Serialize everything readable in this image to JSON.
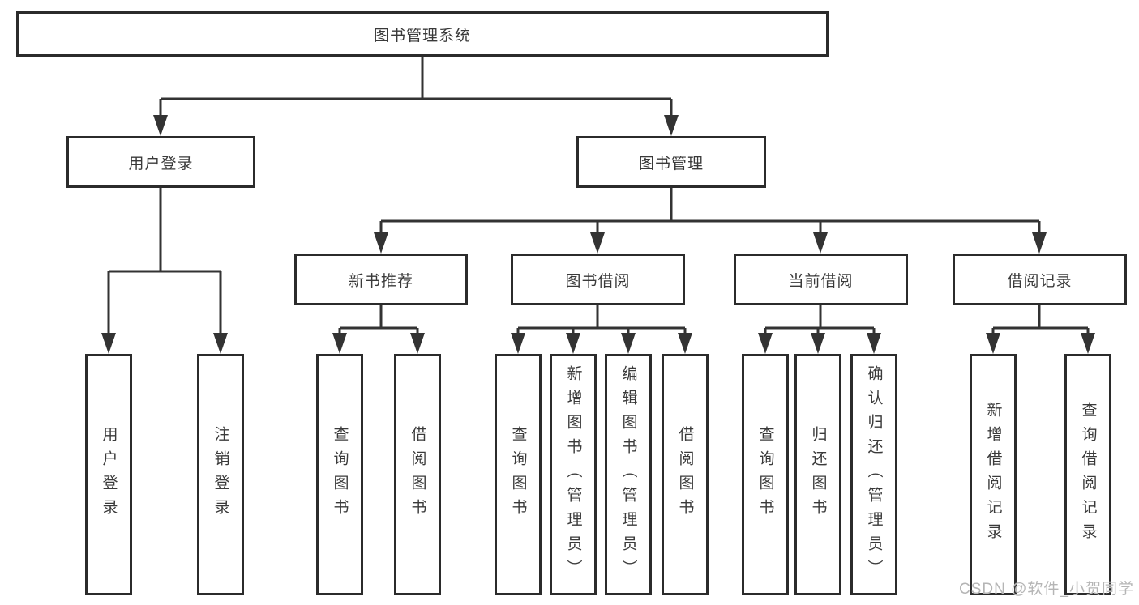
{
  "tree": {
    "label": "图书管理系统",
    "children": [
      {
        "label": "用户登录",
        "children": [
          {
            "label": "用户登录"
          },
          {
            "label": "注销登录"
          }
        ]
      },
      {
        "label": "图书管理",
        "children": [
          {
            "label": "新书推荐",
            "children": [
              {
                "label": "查询图书"
              },
              {
                "label": "借阅图书"
              }
            ]
          },
          {
            "label": "图书借阅",
            "children": [
              {
                "label": "查询图书"
              },
              {
                "label": "新增图书（管理员）"
              },
              {
                "label": "编辑图书（管理员）"
              },
              {
                "label": "借阅图书"
              }
            ]
          },
          {
            "label": "当前借阅",
            "children": [
              {
                "label": "查询图书"
              },
              {
                "label": "归还图书"
              },
              {
                "label": "确认归还（管理员）"
              }
            ]
          },
          {
            "label": "借阅记录",
            "children": [
              {
                "label": "新增借阅记录"
              },
              {
                "label": "查询借阅记录"
              }
            ]
          }
        ]
      }
    ]
  },
  "watermark": "CSDN @软件_小贺同学",
  "colors": {
    "line": "#333333",
    "border": "#2b2b2b",
    "text": "#3a3a3a",
    "watermark": "#b5b5b5",
    "background": "#ffffff"
  }
}
